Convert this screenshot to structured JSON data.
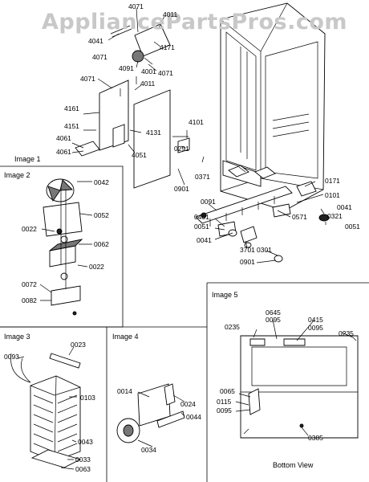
{
  "watermark": "AppliancePartsPros.com",
  "image_titles": {
    "image1": "Image 1",
    "image2": "Image 2",
    "image3": "Image 3",
    "image4": "Image 4",
    "image5": "Image 5",
    "bottom_view": "Bottom View"
  },
  "main_labels": {
    "l4071a": "4071",
    "l4011a": "4011",
    "l4041": "4041",
    "l4091": "4091",
    "l4171": "4171",
    "l4071b": "4071",
    "l4001": "4001",
    "l4071c": "4071",
    "l4071d": "4071",
    "l4011b": "4011",
    "l4161": "4161",
    "l4151": "4151",
    "l4131": "4131",
    "l4061a": "4061",
    "l4061b": "4061",
    "l4051": "4051",
    "l4101": "4101",
    "l0291": "0291",
    "l0901a": "0901",
    "l0371": "0371",
    "l0171": "0171",
    "l0091": "0091",
    "l0101": "0101",
    "l0041a": "0041",
    "l0321": "0321",
    "l0401": "0401",
    "l0571": "0571",
    "l0051a": "0051",
    "l0051b": "0051",
    "l3701": "3701",
    "l0041b": "0041",
    "l0301": "0301",
    "l0901b": "0901"
  },
  "image2_labels": {
    "l0042": "0042",
    "l0052": "0052",
    "l0022a": "0022",
    "l0062": "0062",
    "l0022b": "0022",
    "l0072": "0072",
    "l0082": "0082"
  },
  "image3_labels": {
    "l0023": "0023",
    "l0093": "0093",
    "l0103": "0103",
    "l0043": "0043",
    "l0033": "0033",
    "l0063": "0063"
  },
  "image4_labels": {
    "l0014": "0014",
    "l0024": "0024",
    "l0044": "0044",
    "l0034": "0034"
  },
  "image5_labels": {
    "l0235a": "0235",
    "l0645": "0645",
    "l0095a": "0095",
    "l0415": "0415",
    "l0095b": "0095",
    "l0235b": "0235",
    "l0065": "0065",
    "l0115": "0115",
    "l0095c": "0095",
    "l0385": "0385"
  }
}
